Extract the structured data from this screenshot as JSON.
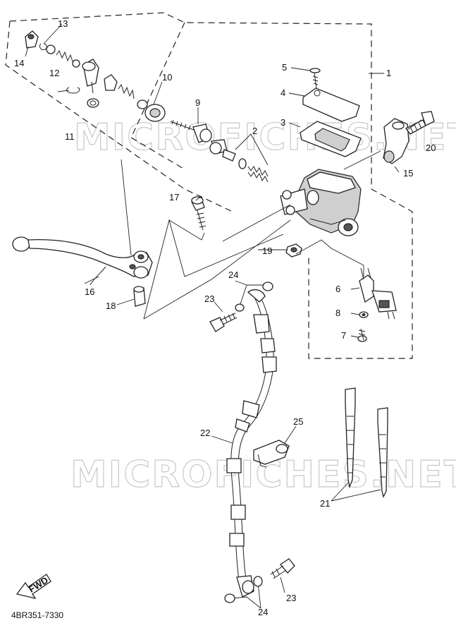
{
  "watermarks": [
    "MICROFICHES.NET",
    "MICROFICHES.NET"
  ],
  "fwd_label": "FWD",
  "diagram_code": "4BR351-7330",
  "callouts": [
    "1",
    "2",
    "3",
    "4",
    "5",
    "6",
    "7",
    "8",
    "9",
    "10",
    "11",
    "12",
    "13",
    "14",
    "15",
    "16",
    "17",
    "18",
    "19",
    "20",
    "21",
    "22",
    "23",
    "23",
    "24",
    "24",
    "25"
  ]
}
